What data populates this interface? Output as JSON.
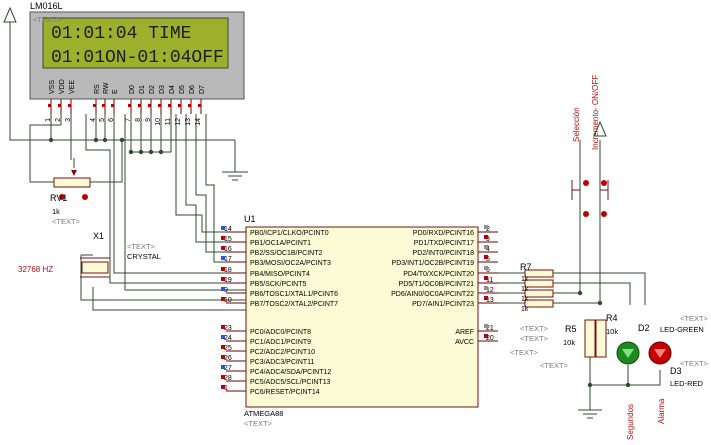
{
  "lcd": {
    "ref": "LM016L",
    "text_tag": "<TEXT>",
    "line1": "01:01:04  TIME",
    "line2": "01:01ON-01:04OFF",
    "pin_labels": [
      "VSS",
      "VDD",
      "VEE",
      "RS",
      "RW",
      "E",
      "D0",
      "D1",
      "D2",
      "D3",
      "D4",
      "D5",
      "D6",
      "D7"
    ],
    "pin_numbers": [
      "1",
      "2",
      "3",
      "4",
      "5",
      "6",
      "7",
      "8",
      "9",
      "10",
      "11",
      "12",
      "13",
      "14"
    ]
  },
  "rv1": {
    "ref": "RV1",
    "value": "1k",
    "text_tag": "<TEXT>"
  },
  "x1": {
    "ref": "X1",
    "text_tag": "<TEXT>",
    "type": "CRYSTAL",
    "freq": "32768 HZ"
  },
  "mcu": {
    "ref": "U1",
    "part": "ATMEGA88",
    "text_tag": "<TEXT>",
    "left_pins": [
      {
        "num": "14",
        "name": "PB0/ICP1/CLKO/PCINT0"
      },
      {
        "num": "15",
        "name": "PB1/OC1A/PCINT1"
      },
      {
        "num": "16",
        "name": "PB2/SS/OC1B/PCINT2"
      },
      {
        "num": "17",
        "name": "PB3/MOSI/OC2A/PCINT3"
      },
      {
        "num": "18",
        "name": "PB4/MISO/PCINT4"
      },
      {
        "num": "19",
        "name": "PB5/SCK/PCINT5"
      },
      {
        "num": "9",
        "name": "PB6/TOSC1/XTAL1/PCINT6"
      },
      {
        "num": "10",
        "name": "PB7/TOSC2/XTAL2/PCINT7"
      },
      {
        "num": "23",
        "name": "PC0/ADC0/PCINT8"
      },
      {
        "num": "24",
        "name": "PC1/ADC1/PCINT9"
      },
      {
        "num": "25",
        "name": "PC2/ADC2/PCINT10"
      },
      {
        "num": "26",
        "name": "PC3/ADC3/PCINT11"
      },
      {
        "num": "27",
        "name": "PC4/ADC4/SDA/PCINT12"
      },
      {
        "num": "28",
        "name": "PC5/ADC5/SCL/PCINT13"
      },
      {
        "num": "1",
        "name": "PC6/RESET/PCINT14"
      }
    ],
    "right_pins": [
      {
        "num": "2",
        "name": "PD0/RXD/PCINT16"
      },
      {
        "num": "3",
        "name": "PD1/TXD/PCINT17"
      },
      {
        "num": "4",
        "name": "PD2/INT0/PCINT18"
      },
      {
        "num": "5",
        "name": "PD3/INT1/OC2B/PCINT19"
      },
      {
        "num": "6",
        "name": "PD4/T0/XCK/PCINT20"
      },
      {
        "num": "11",
        "name": "PD5/T1/OC0B/PCINT21"
      },
      {
        "num": "12",
        "name": "PD6/AIN0/OC0A/PCINT22"
      },
      {
        "num": "13",
        "name": "PD7/AIN1/PCINT23"
      },
      {
        "num": "21",
        "name": "AREF"
      },
      {
        "num": "20",
        "name": "AVCC"
      }
    ]
  },
  "r7": {
    "ref": "R7",
    "values": [
      "1k",
      "1k",
      "1k",
      "1k"
    ],
    "text_tags": [
      "<TEXT>",
      "<TEXT>"
    ]
  },
  "r5": {
    "ref": "R5",
    "value": "10k",
    "text_tag": "<TEXT>"
  },
  "r4": {
    "ref": "R4",
    "value": "10k",
    "text_tag": "<TEXT>"
  },
  "d2": {
    "ref": "D2",
    "type": "LED-GREEN",
    "text_tag": "<TEXT>"
  },
  "d3": {
    "ref": "D3",
    "type": "LED-RED",
    "text_tag": "<TEXT>"
  },
  "labels": {
    "seleccion": "Selección",
    "incremento": "Incremento- ON/OFF",
    "segundos": "Segundos",
    "alarma": "Alarma"
  },
  "colors": {
    "lcd_screen": "#9db02b",
    "lcd_frame": "#b9b9b9",
    "chip_body": "#fbfbd6",
    "outline": "#7a0f0f",
    "wire": "#2d4b2d",
    "led_green": "#1c8a1c",
    "led_red": "#c40000"
  }
}
